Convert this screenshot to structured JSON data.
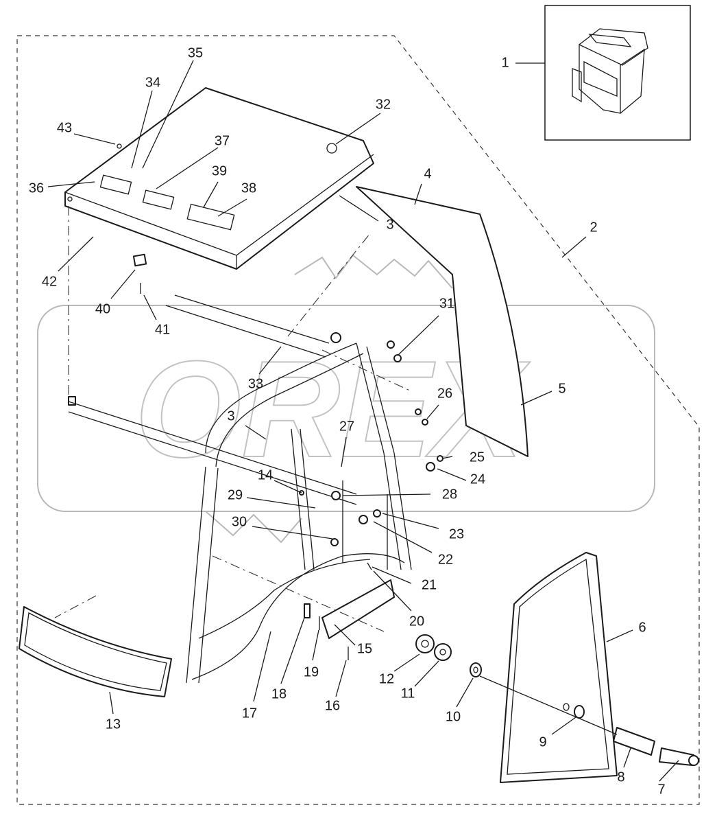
{
  "diagram": {
    "callouts": [
      {
        "id": "1",
        "label": "1"
      },
      {
        "id": "2",
        "label": "2"
      },
      {
        "id": "3",
        "label": "3"
      },
      {
        "id": "3b",
        "label": "3"
      },
      {
        "id": "4",
        "label": "4"
      },
      {
        "id": "5",
        "label": "5"
      },
      {
        "id": "6",
        "label": "6"
      },
      {
        "id": "7",
        "label": "7"
      },
      {
        "id": "8",
        "label": "8"
      },
      {
        "id": "9",
        "label": "9"
      },
      {
        "id": "10",
        "label": "10"
      },
      {
        "id": "11",
        "label": "11"
      },
      {
        "id": "12",
        "label": "12"
      },
      {
        "id": "13",
        "label": "13"
      },
      {
        "id": "14",
        "label": "14"
      },
      {
        "id": "15",
        "label": "15"
      },
      {
        "id": "16",
        "label": "16"
      },
      {
        "id": "17",
        "label": "17"
      },
      {
        "id": "18",
        "label": "18"
      },
      {
        "id": "19",
        "label": "19"
      },
      {
        "id": "20",
        "label": "20"
      },
      {
        "id": "21",
        "label": "21"
      },
      {
        "id": "22",
        "label": "22"
      },
      {
        "id": "23",
        "label": "23"
      },
      {
        "id": "24",
        "label": "24"
      },
      {
        "id": "25",
        "label": "25"
      },
      {
        "id": "26",
        "label": "26"
      },
      {
        "id": "27",
        "label": "27"
      },
      {
        "id": "28",
        "label": "28"
      },
      {
        "id": "29",
        "label": "29"
      },
      {
        "id": "30",
        "label": "30"
      },
      {
        "id": "31",
        "label": "31"
      },
      {
        "id": "32",
        "label": "32"
      },
      {
        "id": "33",
        "label": "33"
      },
      {
        "id": "34",
        "label": "34"
      },
      {
        "id": "35",
        "label": "35"
      },
      {
        "id": "36",
        "label": "36"
      },
      {
        "id": "37",
        "label": "37"
      },
      {
        "id": "38",
        "label": "38"
      },
      {
        "id": "39",
        "label": "39"
      },
      {
        "id": "40",
        "label": "40"
      },
      {
        "id": "41",
        "label": "41"
      },
      {
        "id": "42",
        "label": "42"
      },
      {
        "id": "43",
        "label": "43"
      }
    ],
    "watermark_text": "OREX"
  }
}
